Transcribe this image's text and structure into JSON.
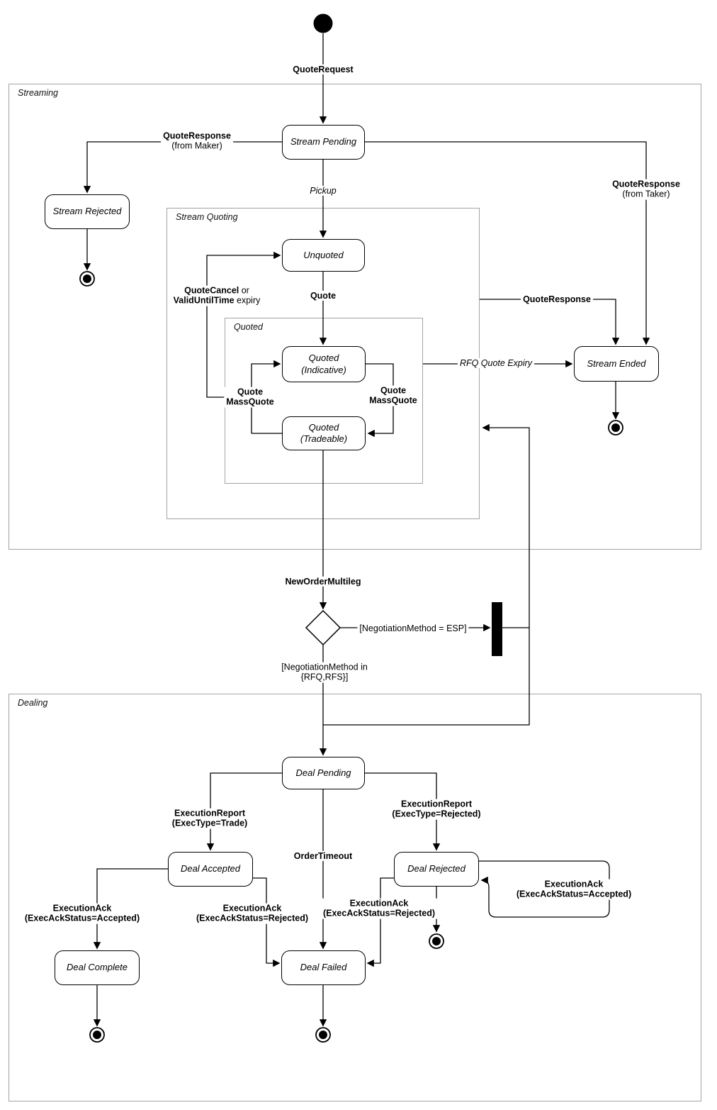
{
  "regions": {
    "streaming": "Streaming",
    "stream_quoting": "Stream Quoting",
    "quoted": "Quoted",
    "dealing": "Dealing"
  },
  "states": {
    "stream_pending": "Stream Pending",
    "stream_rejected": "Stream Rejected",
    "unquoted": "Unquoted",
    "quoted_indicative_1": "Quoted",
    "quoted_indicative_2": "(Indicative)",
    "quoted_tradeable_1": "Quoted",
    "quoted_tradeable_2": "(Tradeable)",
    "stream_ended": "Stream Ended",
    "deal_pending": "Deal Pending",
    "deal_accepted": "Deal Accepted",
    "deal_rejected": "Deal Rejected",
    "deal_complete": "Deal Complete",
    "deal_failed": "Deal Failed"
  },
  "labels": {
    "quote_request": "QuoteRequest",
    "qr_from_maker_1": "QuoteResponse",
    "qr_from_maker_2": "(from Maker)",
    "pickup": "Pickup",
    "quote": "Quote",
    "quote_cancel_1a": "QuoteCancel",
    "quote_cancel_1b": " or",
    "quote_cancel_2a": "ValidUntilTime",
    "quote_cancel_2b": " expiry",
    "mass_quote_1": "Quote",
    "mass_quote_2": "MassQuote",
    "quote_response": "QuoteResponse",
    "qr_from_taker_1": "QuoteResponse",
    "qr_from_taker_2": "(from Taker)",
    "rfq_expiry": "RFQ Quote Expiry",
    "new_order_multileg": "NewOrderMultileg",
    "guard_esp": "[NegotiationMethod = ESP]",
    "guard_rfq_1": "[NegotiationMethod in",
    "guard_rfq_2": "{RFQ,RFS}]",
    "exec_report_trade_1": "ExecutionReport",
    "exec_report_trade_2": "(ExecType=Trade)",
    "exec_report_rej_1": "ExecutionReport",
    "exec_report_rej_2": "(ExecType=Rejected)",
    "order_timeout": "OrderTimeout",
    "exec_ack_acc_1": "ExecutionAck",
    "exec_ack_acc_2": "(ExecAckStatus=Accepted)",
    "exec_ack_rej_1": "ExecutionAck",
    "exec_ack_rej_2": "(ExecAckStatus=Rejected)"
  },
  "colors": {
    "line": "#000000",
    "frame_border": "#a3a3a3",
    "state_border": "#000000",
    "state_fill": "#ffffff",
    "node_fill": "#000000"
  }
}
